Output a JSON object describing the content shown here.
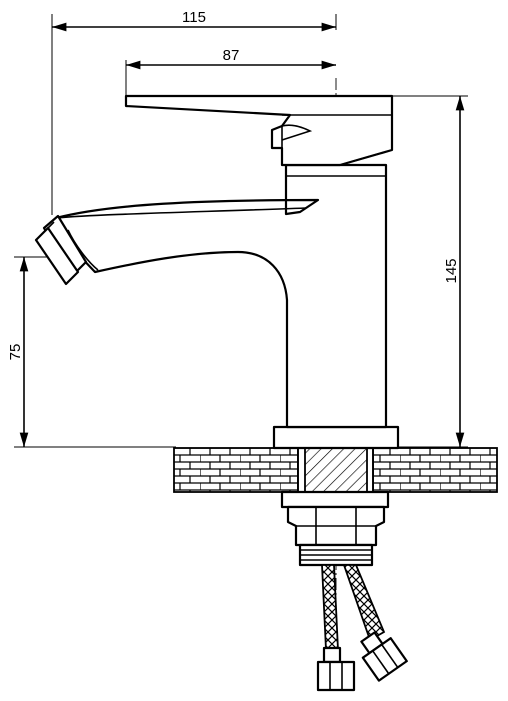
{
  "dimensions": {
    "overall_width": "115",
    "handle_reach": "87",
    "overall_height": "145",
    "spout_height": "75"
  },
  "colors": {
    "line": "#000000",
    "background": "#ffffff"
  }
}
